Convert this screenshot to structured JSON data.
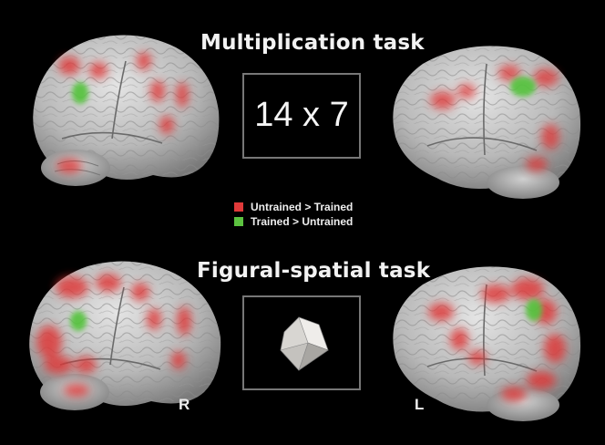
{
  "top_title": "Multiplication task",
  "bottom_title": "Figural-spatial task",
  "multiplication_stimulus": "14 x 7",
  "legend": [
    {
      "label": "Untrained > Trained",
      "color": "#e03a3a"
    },
    {
      "label": "Trained > Untrained",
      "color": "#5cc240"
    }
  ],
  "hemisphere_labels": {
    "right": "R",
    "left": "L"
  },
  "colors": {
    "background": "#000000",
    "brain": "#bdbdbd",
    "box_border": "#777777"
  }
}
